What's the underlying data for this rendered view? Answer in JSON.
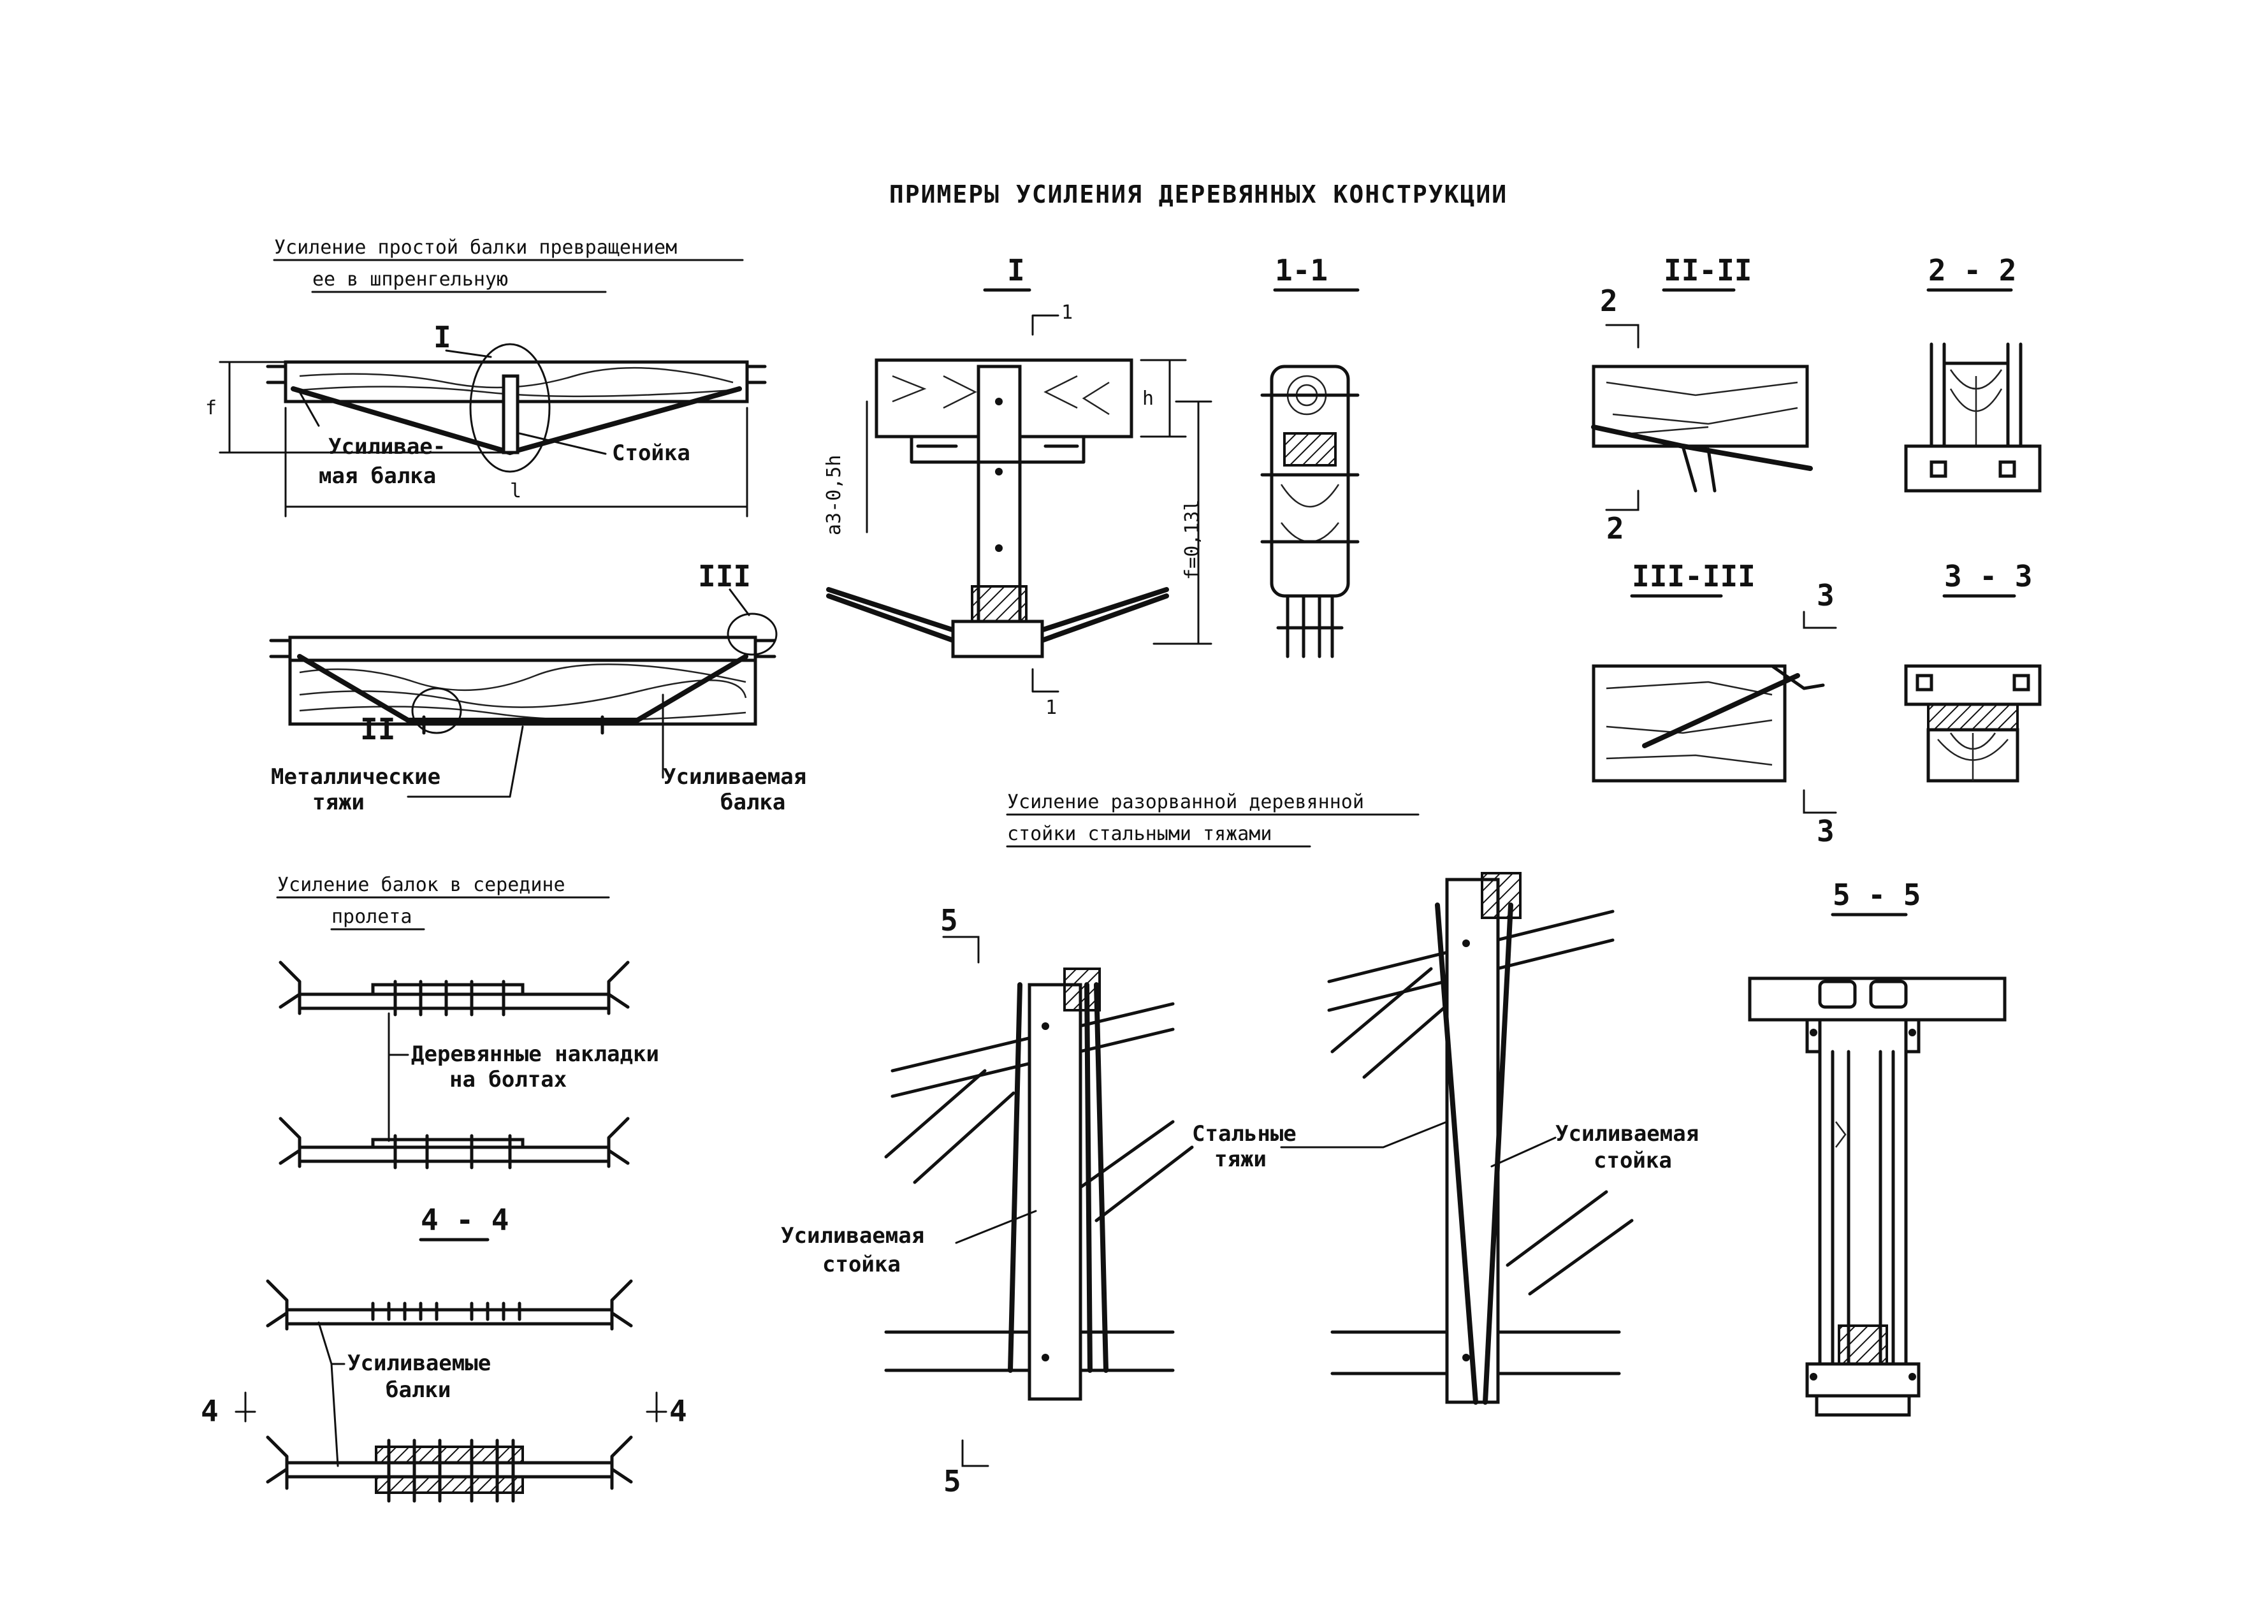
{
  "title": "ПРИМЕРЫ УСИЛЕНИЯ ДЕРЕВЯННЫХ КОНСТРУКЦИИ",
  "captions": {
    "beam_to_truss_line1": "Усиление простой балки превращением",
    "beam_to_truss_line2": "ее в шпренгельную",
    "mid_span_line1": "Усиление балок в середине",
    "mid_span_line2": "пролета",
    "broken_post_line1": "Усиление разорванной деревянной",
    "broken_post_line2": "стойки стальными тяжами"
  },
  "labels": {
    "reinforced_beam_hyph_1": "Усиливае-",
    "reinforced_beam_hyph_2": "мая балка",
    "post": "Стойка",
    "metal_rods_1": "Металлические",
    "metal_rods_2": "тяжи",
    "reinforced_beam_1": "Усиливаемая",
    "reinforced_beam_2": "балка",
    "wood_plates_1": "Деревянные накладки",
    "wood_plates_2": "на болтах",
    "reinforced_beams_1": "Усиливаемые",
    "reinforced_beams_2": "балки",
    "steel_rods_1": "Стальные",
    "steel_rods_2": "тяжи",
    "reinforced_post_a_1": "Усиливаемая",
    "reinforced_post_a_2": "стойка",
    "reinforced_post_b_1": "Усиливаемая",
    "reinforced_post_b_2": "стойка"
  },
  "sections": {
    "detail_I": "I",
    "detail_I_marker": "I",
    "detail_II_marker": "II",
    "detail_III_marker": "III",
    "s1_1": "1-1",
    "sII_II": "II-II",
    "s2_2": "2 - 2",
    "sIII_III": "III-III",
    "s3_3": "3 - 3",
    "s4_4": "4 - 4",
    "s5_5": "5 - 5",
    "cut1": "1",
    "cut2": "2",
    "cut3": "3",
    "cut4": "4",
    "cut5": "5"
  },
  "dimensions": {
    "f": "f",
    "l": "l",
    "h": "h",
    "a": "a3-0,5h",
    "f_eq": "f=0,13l"
  }
}
